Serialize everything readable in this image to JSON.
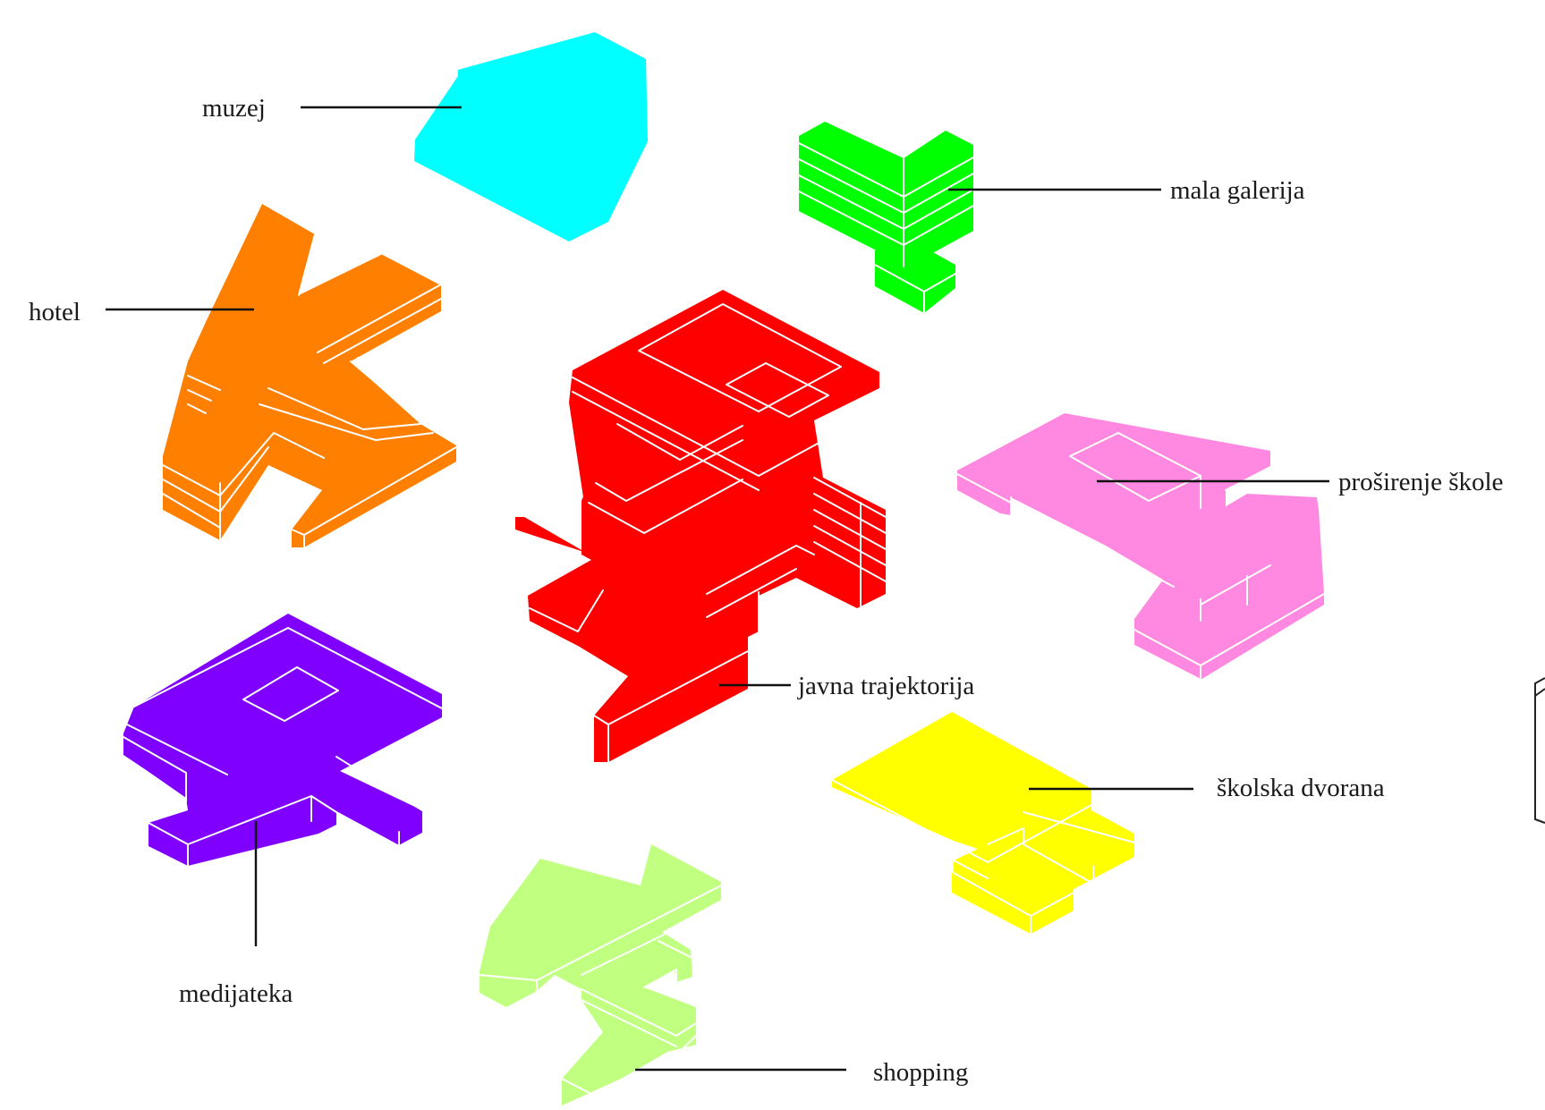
{
  "diagram": {
    "buildings": [
      {
        "id": "muzej",
        "label": "muzej",
        "color": "#00ffff"
      },
      {
        "id": "mala-galerija",
        "label": "mala galerija",
        "color": "#00ff00"
      },
      {
        "id": "hotel",
        "label": "hotel",
        "color": "#ff8000"
      },
      {
        "id": "javna-trajektorija",
        "label": "javna trajektorija",
        "color": "#ff0000"
      },
      {
        "id": "prosirenje-skole",
        "label": "proširenje škole",
        "color": "#ff88e0"
      },
      {
        "id": "medijateka",
        "label": "medijateka",
        "color": "#8000ff"
      },
      {
        "id": "skolska-dvorana",
        "label": "školska dvorana",
        "color": "#ffff00"
      },
      {
        "id": "shopping",
        "label": "shopping",
        "color": "#c0ff80"
      }
    ]
  }
}
